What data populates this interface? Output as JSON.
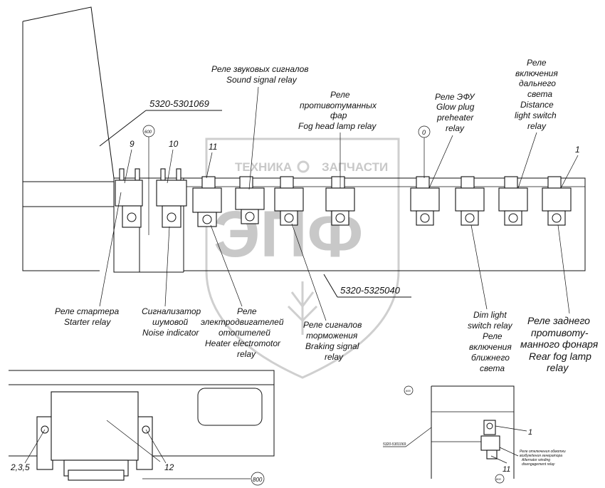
{
  "part_numbers": {
    "top_bracket": "5320-5301069",
    "relay_panel": "5320-5325040"
  },
  "callouts": {
    "c9": "9",
    "c10": "10",
    "c11": "11",
    "c1": "1",
    "c600": "600",
    "c0": "0",
    "c235": "2,3,5",
    "c12": "12",
    "c800": "800"
  },
  "labels": {
    "sound_ru1": "Реле звуковых сигналов",
    "sound_en1": "Sound signal relay",
    "fog_ru1": "Реле",
    "fog_ru2": "противотуманных",
    "fog_ru3": "фар",
    "fog_en1": "Fog head lamp relay",
    "glow_ru1": "Реле ЭФУ",
    "glow_en1": "Glow plug",
    "glow_en2": "preheater",
    "glow_en3": "relay",
    "dist_ru1": "Реле",
    "dist_ru2": "включения",
    "dist_ru3": "дальнего",
    "dist_ru4": "света",
    "dist_en1": "Distance",
    "dist_en2": "light switch",
    "dist_en3": "relay",
    "starter_ru": "Реле стартера",
    "starter_en": "Starter relay",
    "noise_ru1": "Сигнализатор",
    "noise_ru2": "шумовой",
    "noise_en": "Noise indicator",
    "heater_ru1": "Реле",
    "heater_ru2": "электродвигателей",
    "heater_ru3": "отопителей",
    "heater_en1": "Heater electromotor",
    "heater_en2": "relay",
    "brake_ru1": "Реле сигналов",
    "brake_ru2": "торможения",
    "brake_en1": "Braking signal",
    "brake_en2": "relay",
    "dim_en1": "Dim light",
    "dim_en2": "switch relay",
    "dim_ru1": "Реле",
    "dim_ru2": "включения",
    "dim_ru3": "ближнего",
    "dim_ru4": "света",
    "rfog_ru1": "Реле заднего",
    "rfog_ru2": "противоту-",
    "rfog_ru3": "манного фонаря",
    "rfog_en1": "Rear fog lamp",
    "rfog_en2": "relay"
  },
  "watermark": {
    "left": "ТЕХНИКА",
    "right": "ЗАПЧАСТИ",
    "logo": "ЭПФ"
  },
  "inset": {
    "c600": "600",
    "c1": "1",
    "c11": "11",
    "c800": "800",
    "part": "5320-5301069",
    "note1": "Реле отключения обмотки",
    "note2": "возбуждения генератора",
    "note3": "Alternator winding",
    "note4": "disengagement relay"
  }
}
